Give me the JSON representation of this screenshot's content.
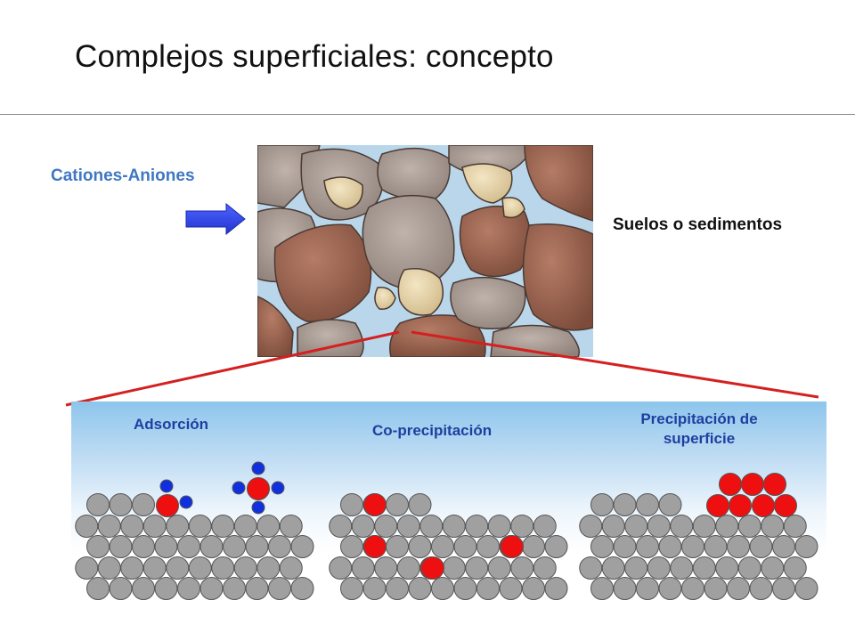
{
  "slide": {
    "title": "Complejos superficiales: concepto"
  },
  "labels": {
    "cations": "Cationes-Aniones",
    "soil": "Suelos o sedimentos",
    "adsorcion": "Adsorción",
    "coprecipitacion": "Co-precipitación",
    "precipitacion_line1": "Precipitación de",
    "precipitacion_line2": "superficie"
  },
  "colors": {
    "label_blue": "#3f78c2",
    "panel_text": "#1f3fa0",
    "zoom_line": "#d42020",
    "arrow": "#2b3fe0",
    "grain_atom": "#a0a0a0",
    "sorbed_cation": "#ee1010",
    "ligand": "#1030e0",
    "pore_water": "#b9d6ea"
  },
  "icons": [
    "right-arrow-icon"
  ]
}
